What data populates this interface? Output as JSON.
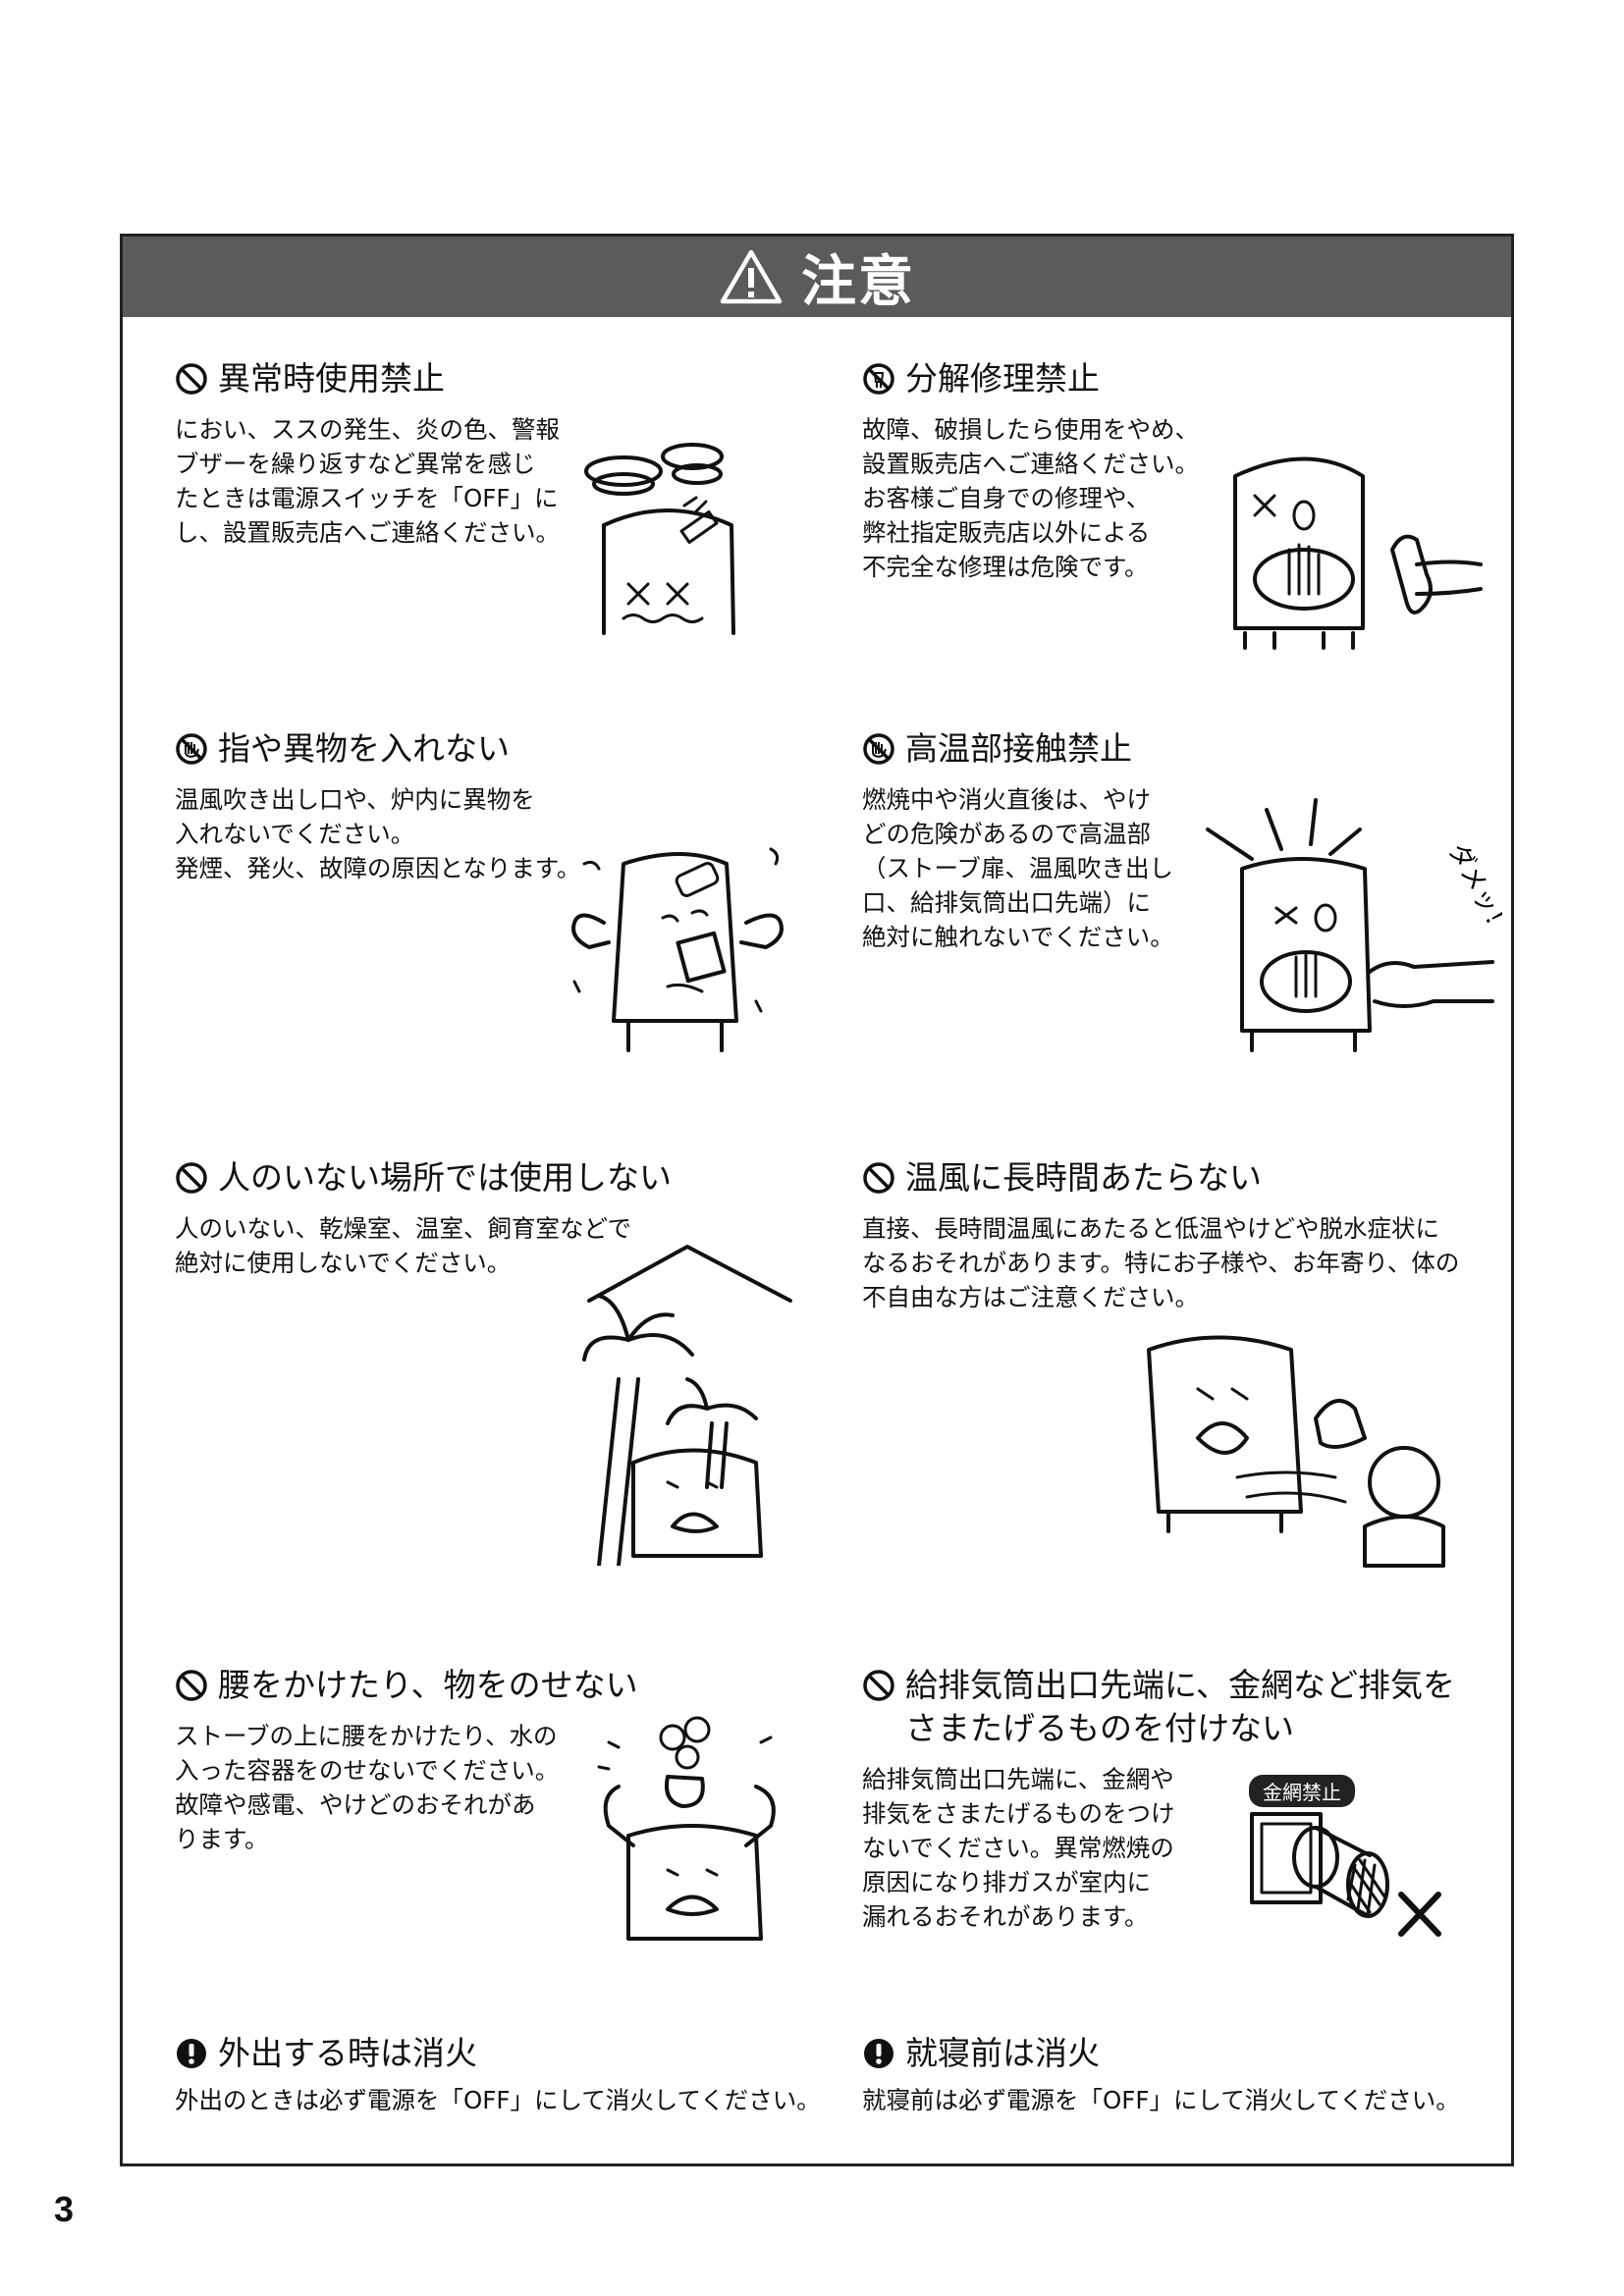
{
  "banner": {
    "title": "注意"
  },
  "sections": [
    {
      "id": "abnormal",
      "heading": "異常時使用禁止",
      "icon": "prohibition-icon",
      "body": "におい、ススの発生、炎の色、警報\nブザーを繰り返すなど異常を感じ\nたときは電源スイッチを「OFF」に\nし、設置販売店へご連絡ください。"
    },
    {
      "id": "disassembly",
      "heading": "分解修理禁止",
      "icon": "no-disassembly-icon",
      "body": "故障、破損したら使用をやめ、\n設置販売店へご連絡ください。\nお客様ご自身での修理や、\n弊社指定販売店以外による\n不完全な修理は危険です。"
    },
    {
      "id": "fingers",
      "heading": "指や異物を入れない",
      "icon": "no-touch-icon",
      "body": "温風吹き出し口や、炉内に異物を\n入れないでください。\n発煙、発火、故障の原因となります。"
    },
    {
      "id": "hot",
      "heading": "高温部接触禁止",
      "icon": "no-touch-icon",
      "body": "燃焼中や消火直後は、やけ\nどの危険があるので高温部\n（ストーブ扉、温風吹き出し\n口、給排気筒出口先端）に\n絶対に触れないでください。"
    },
    {
      "id": "unattended",
      "heading": "人のいない場所では使用しない",
      "icon": "prohibition-icon",
      "body": "人のいない、乾燥室、温室、飼育室などで\n絶対に使用しないでください。"
    },
    {
      "id": "warmair",
      "heading": "温風に長時間あたらない",
      "icon": "prohibition-icon",
      "body": "直接、長時間温風にあたると低温やけどや脱水症状に\nなるおそれがあります。特にお子様や、お年寄り、体の\n不自由な方はご注意ください。"
    },
    {
      "id": "sitting",
      "heading": "腰をかけたり、物をのせない",
      "icon": "prohibition-icon",
      "body": "ストーブの上に腰をかけたり、水の\n入った容器をのせないでください。\n故障や感電、やけどのおそれがあ\nります。"
    },
    {
      "id": "flue",
      "heading": "給排気筒出口先端に、金網など排気を\nさまたげるものを付けない",
      "icon": "prohibition-icon",
      "body": "給排気筒出口先端に、金網や\n排気をさまたげるものをつけ\nないでください。異常燃焼の\n原因になり排ガスが室内に\n漏れるおそれがあります。"
    },
    {
      "id": "goingout",
      "heading": "外出する時は消火",
      "icon": "mandatory-icon",
      "body": "外出のときは必ず電源を「OFF」にして消火してください。"
    },
    {
      "id": "bedtime",
      "heading": "就寝前は消火",
      "icon": "mandatory-icon",
      "body": "就寝前は必ず電源を「OFF」にして消火してください。"
    }
  ],
  "illustrations": {
    "shout": "ダメッ！",
    "wire_mesh_label": "金網禁止"
  },
  "page_number": "3"
}
